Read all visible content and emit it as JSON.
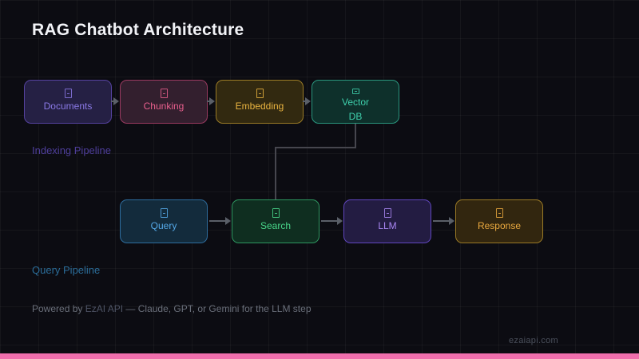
{
  "title": "RAG Chatbot Architecture",
  "pipelines": {
    "indexing": {
      "label": "Indexing Pipeline",
      "label_color": "#4e3e9b",
      "nodes": [
        {
          "label": "Documents",
          "icon": "emoji-tofu",
          "accent": "#8a79e6",
          "border": "#55429f",
          "bg": "#252044"
        },
        {
          "label": "Chunking",
          "icon": "emoji-tofu",
          "accent": "#e85f8d",
          "border": "#9a3a60",
          "bg": "#331f2e"
        },
        {
          "label": "Embedding",
          "icon": "emoji-tofu",
          "accent": "#eab440",
          "border": "#9a7b26",
          "bg": "#322910"
        },
        {
          "label": "Vector",
          "label2": "DB",
          "icon": "emoji-tofu",
          "accent": "#3fd1ad",
          "border": "#2a967e",
          "bg": "#0e302b"
        }
      ]
    },
    "query": {
      "label": "Query Pipeline",
      "label_color": "#2b6d99",
      "nodes": [
        {
          "label": "Query",
          "icon": "emoji-tofu",
          "accent": "#55a9e8",
          "border": "#2e6d9e",
          "bg": "#132b3c"
        },
        {
          "label": "Search",
          "icon": "emoji-tofu",
          "accent": "#49d68a",
          "border": "#2e9660",
          "bg": "#0f2e20"
        },
        {
          "label": "LLM",
          "icon": "emoji-tofu",
          "accent": "#a886f2",
          "border": "#6046be",
          "bg": "#231c42"
        },
        {
          "label": "Response",
          "icon": "emoji-tofu",
          "accent": "#eaa93f",
          "border": "#9a7a26",
          "bg": "#32260f"
        }
      ]
    }
  },
  "footer": {
    "powered_prefix": "Powered by ",
    "brand": "EzAI API",
    "powered_suffix": " — Claude, GPT, or Gemini for the LLM step",
    "watermark": "ezaiapi.com"
  },
  "colors": {
    "background": "#0c0c12",
    "grid_line": "rgba(255,255,255,0.04)",
    "arrow": "#5a5f68",
    "connector": "#46464e",
    "title": "#f2f3f7",
    "accent_bar": "#f06fad"
  }
}
